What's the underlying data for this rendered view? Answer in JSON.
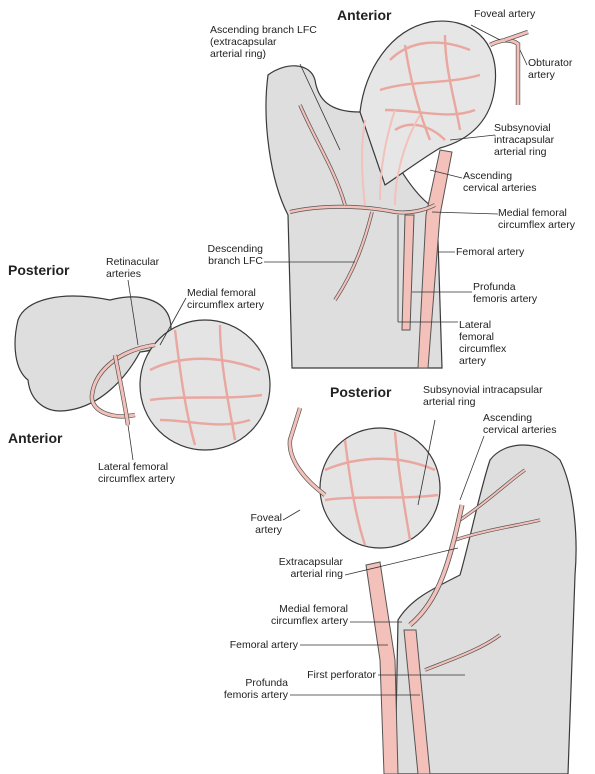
{
  "colors": {
    "bone": "#dedede",
    "bone_edge": "#3a3a3a",
    "artery": "#f3c1ba",
    "artery_edge": "#555555",
    "head_fill": "#e4e4e4",
    "line": "#333333"
  },
  "top_view": {
    "heading": "Anterior",
    "labels": {
      "ascending_branch_lfc": "Ascending branch LFC\n(extracapsular\narterial ring)",
      "foveal_artery": "Foveal artery",
      "obturator_artery": "Obturator\nartery",
      "subsynovial_ring": "Subsynovial\nintracapsular\narterial ring",
      "ascending_cervical": "Ascending\ncervical arteries",
      "medial_femoral_circumflex": "Medial femoral\ncircumflex artery",
      "femoral_artery": "Femoral artery",
      "profunda_femoris": "Profunda\nfemoris artery",
      "lateral_femoral_circumflex": "Lateral\nfemoral\ncircumflex\nartery",
      "descending_branch_lfc": "Descending\nbranch LFC"
    }
  },
  "left_view": {
    "heading_posterior": "Posterior",
    "heading_anterior": "Anterior",
    "labels": {
      "retinacular_arteries": "Retinacular\narteries",
      "medial_femoral_circumflex": "Medial femoral\ncircumflex artery",
      "lateral_femoral_circumflex": "Lateral femoral\ncircumflex artery"
    }
  },
  "bottom_view": {
    "heading": "Posterior",
    "labels": {
      "subsynovial_ring": "Subsynovial intracapsular\narterial ring",
      "ascending_cervical": "Ascending\ncervical arteries",
      "foveal_artery": "Foveal\nartery",
      "extracapsular_ring": "Extracapsular\narterial ring",
      "medial_femoral_circumflex": "Medial femoral\ncircumflex artery",
      "femoral_artery": "Femoral artery",
      "first_perforator": "First perforator",
      "profunda_femoris": "Profunda\nfemoris artery"
    }
  }
}
